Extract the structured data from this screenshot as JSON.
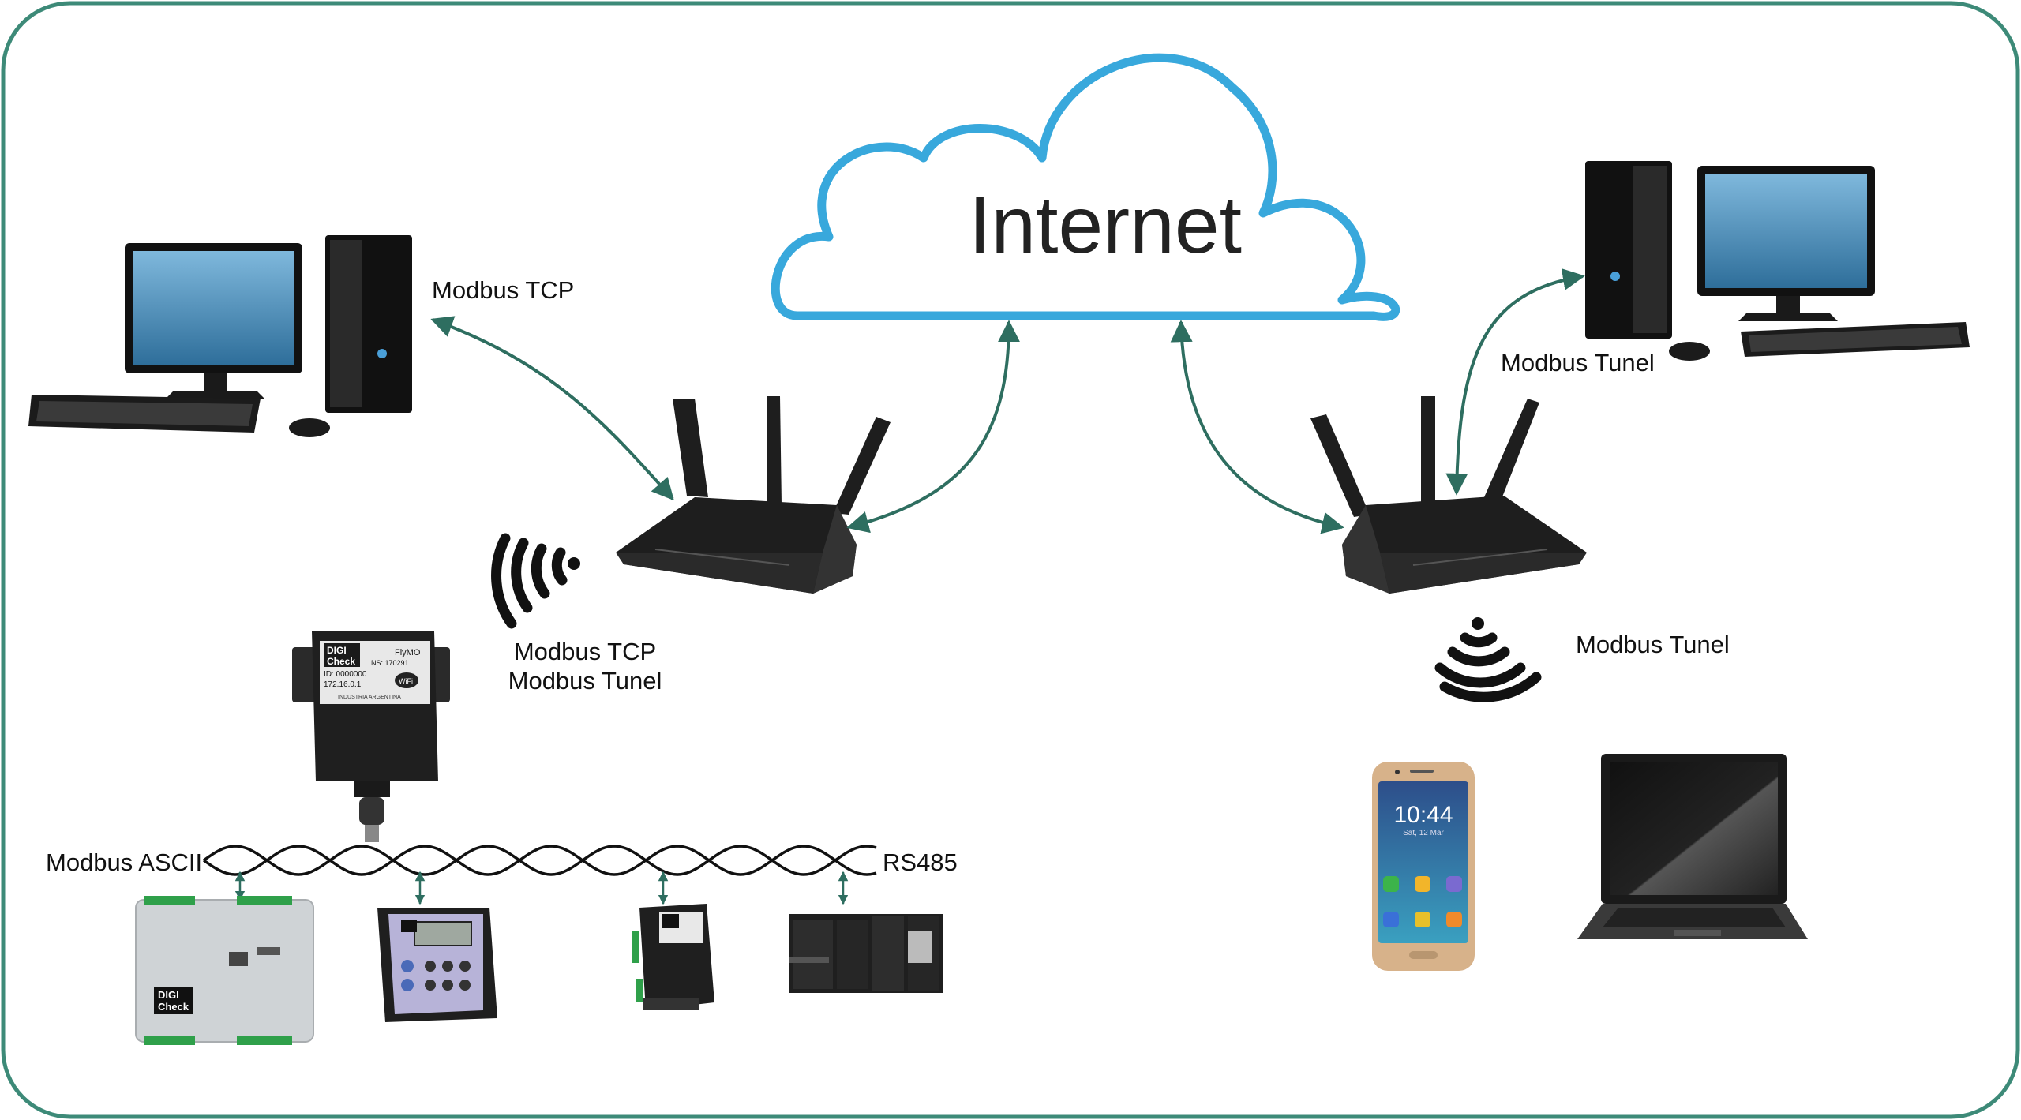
{
  "cloud": {
    "label": "Internet"
  },
  "labels": {
    "modbus_tcp_left": "Modbus TCP",
    "modbus_tunel_right_top": "Modbus Tunel",
    "wifi_left_line1": "Modbus TCP",
    "wifi_left_line2": "Modbus Tunel",
    "wifi_right": "Modbus Tunel",
    "bus_left": "Modbus ASCII",
    "bus_right": "RS485"
  },
  "device_text": {
    "gateway_brand_line1": "DIGI",
    "gateway_brand_line2": "Check",
    "gateway_model": "FlyMO",
    "gateway_serial": "NS: 170291",
    "gateway_id": "ID: 0000000",
    "gateway_ip": "172.16.0.1",
    "gateway_footer": "INDUSTRIA ARGENTINA",
    "gateway_wifi_badge": "WiFi",
    "phone_time": "10:44",
    "phone_date": "Sat, 12 Mar",
    "ctrl_brand_line1": "DIGI",
    "ctrl_brand_line2": "Check"
  },
  "colors": {
    "frame": "#3d8a78",
    "cloud_stroke": "#38a8dc",
    "arrow": "#2e6e60",
    "wifi": "#111111",
    "router": "#1e1e1e"
  },
  "icons": [
    "desktop-pc-icon",
    "router-icon",
    "wifi-icon",
    "smartphone-icon",
    "laptop-icon",
    "gateway-module-icon",
    "controller-icon",
    "plc-icon"
  ]
}
